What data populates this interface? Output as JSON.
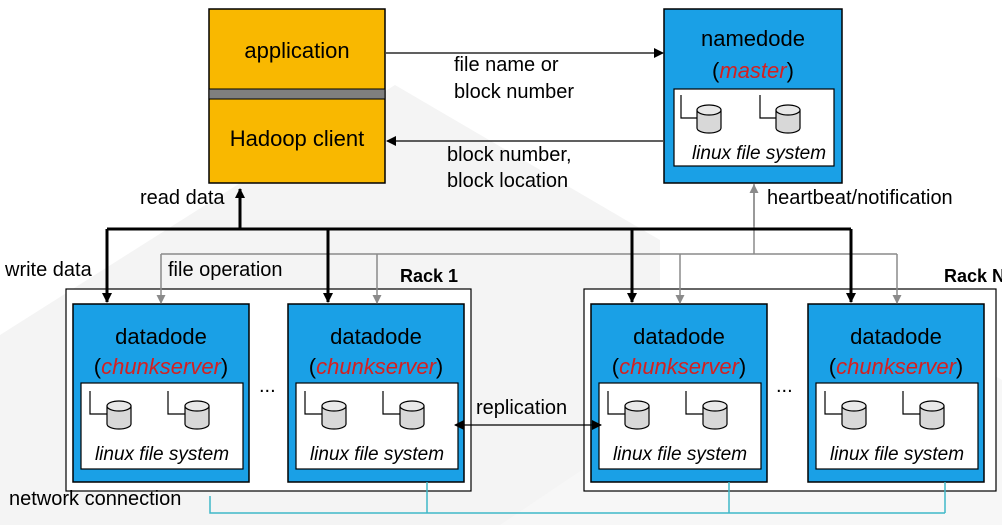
{
  "application": {
    "top_label": "application",
    "bottom_label": "Hadoop client"
  },
  "namenode": {
    "title": "namedode",
    "role": "master",
    "fs_label": "linux file system"
  },
  "datanode": {
    "title": "datadode",
    "role": "chunkserver",
    "fs_label": "linux file system"
  },
  "racks": {
    "rack1": "Rack 1",
    "rackN": "Rack N"
  },
  "labels": {
    "file_name_line1": "file name or",
    "file_name_line2": "block number",
    "block_info_line1": "block number,",
    "block_info_line2": "block location",
    "read_data": "read data",
    "write_data": "write data",
    "file_operation": "file operation",
    "heartbeat": "heartbeat/notification",
    "replication": "replication",
    "network_connection": "network connection",
    "ellipsis": "..."
  },
  "colors": {
    "application_fill": "#F9B800",
    "server_fill": "#1AA0E6",
    "accent_red": "#D42020",
    "network_line": "#3FB8C8",
    "file_op_line": "#8A8A8A"
  }
}
